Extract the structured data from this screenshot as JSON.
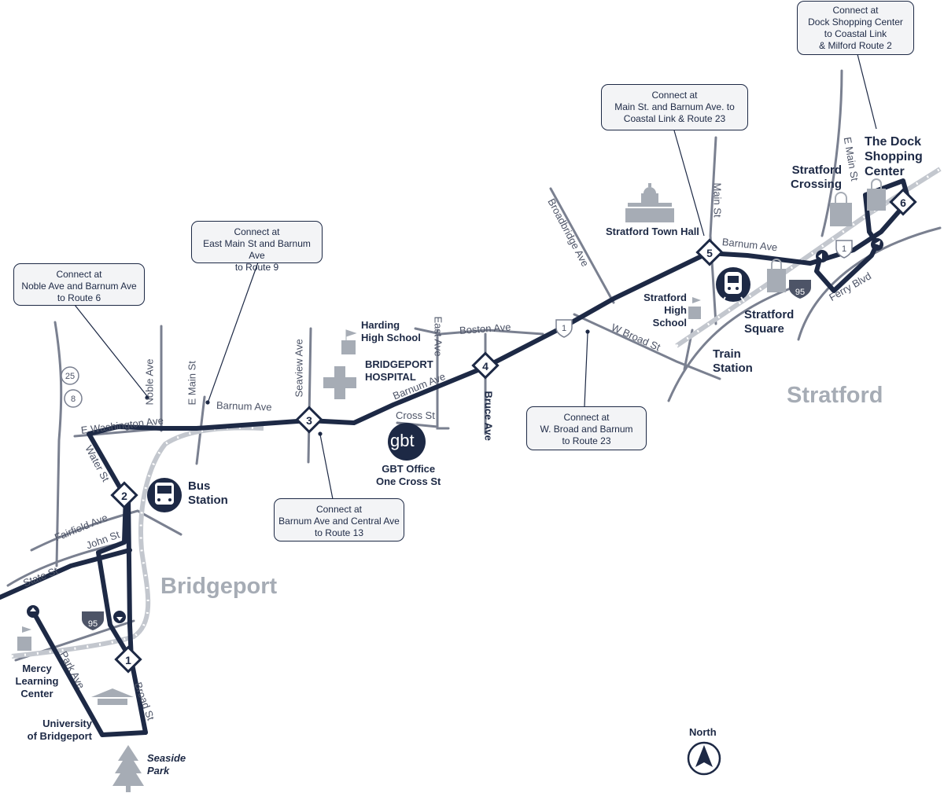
{
  "callouts": {
    "noble": "Connect at\nNoble Ave and Barnum Ave\nto Route 6",
    "eastmain": "Connect at\nEast Main St and Barnum Ave\nto Route 9",
    "central": "Connect at\nBarnum Ave and Central Ave\nto Route 13",
    "wbroad": "Connect at\nW. Broad and Barnum\nto Route 23",
    "mainst": "Connect at\nMain St. and Barnum Ave. to\nCoastal Link & Route 23",
    "dock": "Connect at\nDock Shopping Center\nto Coastal Link\n& Milford Route 2"
  },
  "places": {
    "bus_station": "Bus\nStation",
    "gbt_logo": "gbt",
    "gbt_office": "GBT Office\nOne Cross St",
    "harding": "Harding\nHigh School",
    "hospital": "BRIDGEPORT\nHOSPITAL",
    "town_hall": "Stratford Town Hall",
    "stratford_high": "Stratford\nHigh\nSchool",
    "stratford_square": "Stratford\nSquare",
    "train_station": "Train\nStation",
    "stratford_crossing": "Stratford\nCrossing",
    "dock": "The Dock\nShopping\nCenter",
    "mercy": "Mercy\nLearning\nCenter",
    "university": "University\nof Bridgeport",
    "seaside": "Seaside\nPark",
    "bridgeport": "Bridgeport",
    "stratford": "Stratford",
    "north": "North"
  },
  "streets": {
    "noble_ave": "Noble Ave",
    "e_main_st": "E Main St",
    "barnum_ave": "Barnum Ave",
    "e_washington_ave": "E Washington Ave",
    "water_st": "Water St",
    "seaview_ave": "Seaview Ave",
    "east_ave": "East Ave",
    "boston_ave": "Boston Ave",
    "cross_st": "Cross St",
    "bruce_ave": "Bruce Ave",
    "broadbridge_ave": "Broadbridge Ave",
    "w_broad_st": "W Broad St",
    "main_st": "Main St",
    "ferry_blvd": "Ferry Blvd",
    "fairfield_ave": "Fairfield Ave",
    "john_st": "John St",
    "state_st": "State St",
    "park_ave": "Park Ave",
    "broad_st": "Broad St"
  },
  "shields": {
    "rt25": "25",
    "rt8": "8",
    "us1_a": "1",
    "us1_b": "1",
    "i95_a": "95",
    "i95_b": "95"
  },
  "stops": [
    "1",
    "2",
    "3",
    "4",
    "5",
    "6"
  ],
  "colors": {
    "route": "#1d2945",
    "street": "#7a8090",
    "rail": "#c3c7ce",
    "landmark": "#a6acb5"
  }
}
